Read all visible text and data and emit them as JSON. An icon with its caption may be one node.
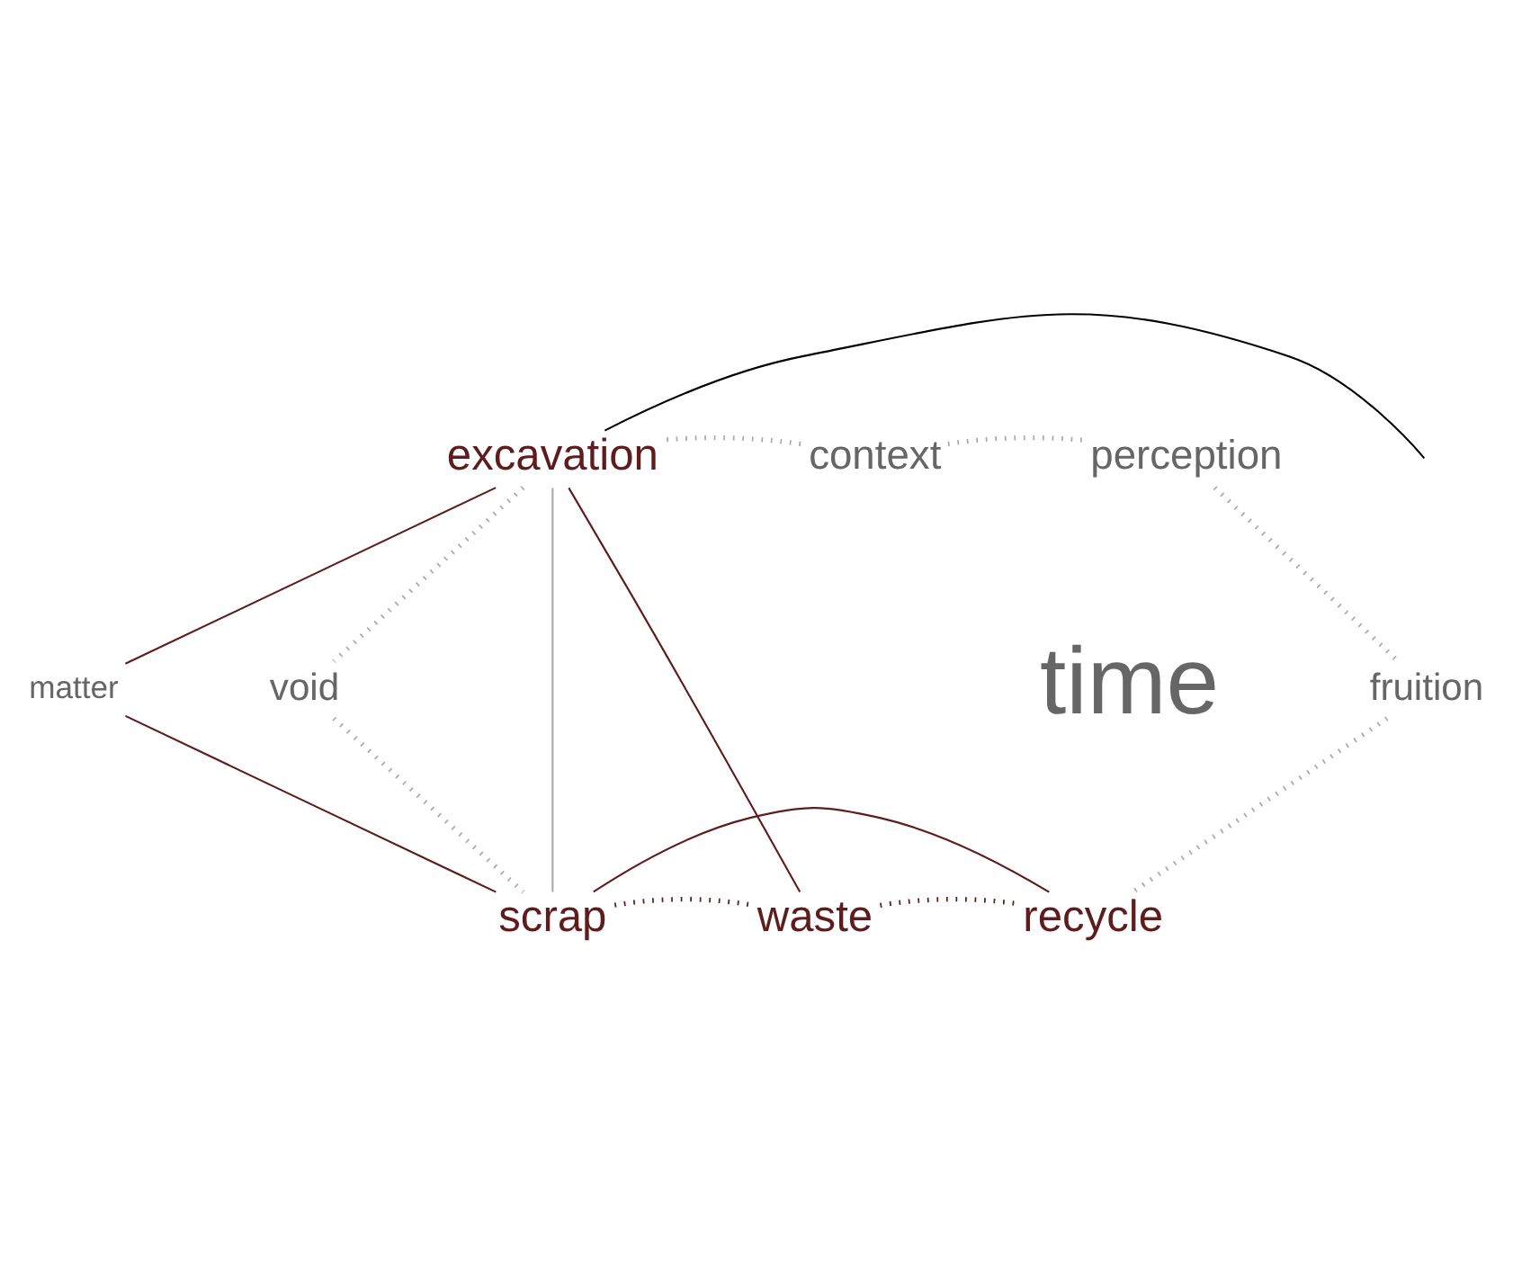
{
  "diagram": {
    "nodes": [
      {
        "text": [
          "excavation"
        ]
      },
      {
        "text": [
          "context"
        ]
      },
      {
        "text": [
          "perception"
        ]
      },
      {
        "text": [
          "matter"
        ]
      },
      {
        "text": [
          "void"
        ]
      },
      {
        "text": [
          "time"
        ]
      },
      {
        "text": [
          "fruition"
        ]
      },
      {
        "text": [
          "scrap"
        ]
      },
      {
        "text": [
          "waste"
        ]
      },
      {
        "text": [
          "recycle"
        ]
      }
    ],
    "edges": [
      {
        "from": 0,
        "to": 1,
        "arrow": "none",
        "style": "dashed",
        "color": "#aaaaaa"
      },
      {
        "from": 1,
        "to": 2,
        "arrow": "none",
        "style": "dashed",
        "color": "#aaaaaa"
      },
      {
        "from": 0,
        "to": 4,
        "arrow": "none",
        "style": "dashed",
        "color": "#aaaaaa"
      },
      {
        "from": 4,
        "to": 7,
        "arrow": "none",
        "style": "dashed",
        "color": "#aaaaaa"
      },
      {
        "from": 2,
        "to": 6,
        "arrow": "none",
        "style": "dashed",
        "color": "#aaaaaa"
      },
      {
        "from": 6,
        "to": 9,
        "arrow": "none",
        "style": "dashed",
        "color": "#aaaaaa"
      },
      {
        "from": 7,
        "to": 8,
        "arrow": "none",
        "style": "dashed",
        "color": "#5e1c1c"
      },
      {
        "from": 8,
        "to": 9,
        "arrow": "none",
        "style": "dashed",
        "color": "#5e1c1c"
      },
      {
        "from": 0,
        "to": 7,
        "arrow": "none",
        "color": "#aaaaaa"
      },
      {
        "from": 0,
        "to": 3,
        "arrow": "none",
        "color": "#5e1c1c"
      },
      {
        "from": 3,
        "to": 7,
        "arrow": "none",
        "color": "#5e1c1c"
      },
      {
        "from": 0,
        "to": 8,
        "arrow": "none",
        "color": "#5e1c1c"
      },
      {
        "from": 0,
        "to": null,
        "arrow": "none",
        "color": "#000000"
      },
      {
        "from": 7,
        "to": 9,
        "arrow": "none",
        "color": "#5e1c1c"
      }
    ]
  }
}
